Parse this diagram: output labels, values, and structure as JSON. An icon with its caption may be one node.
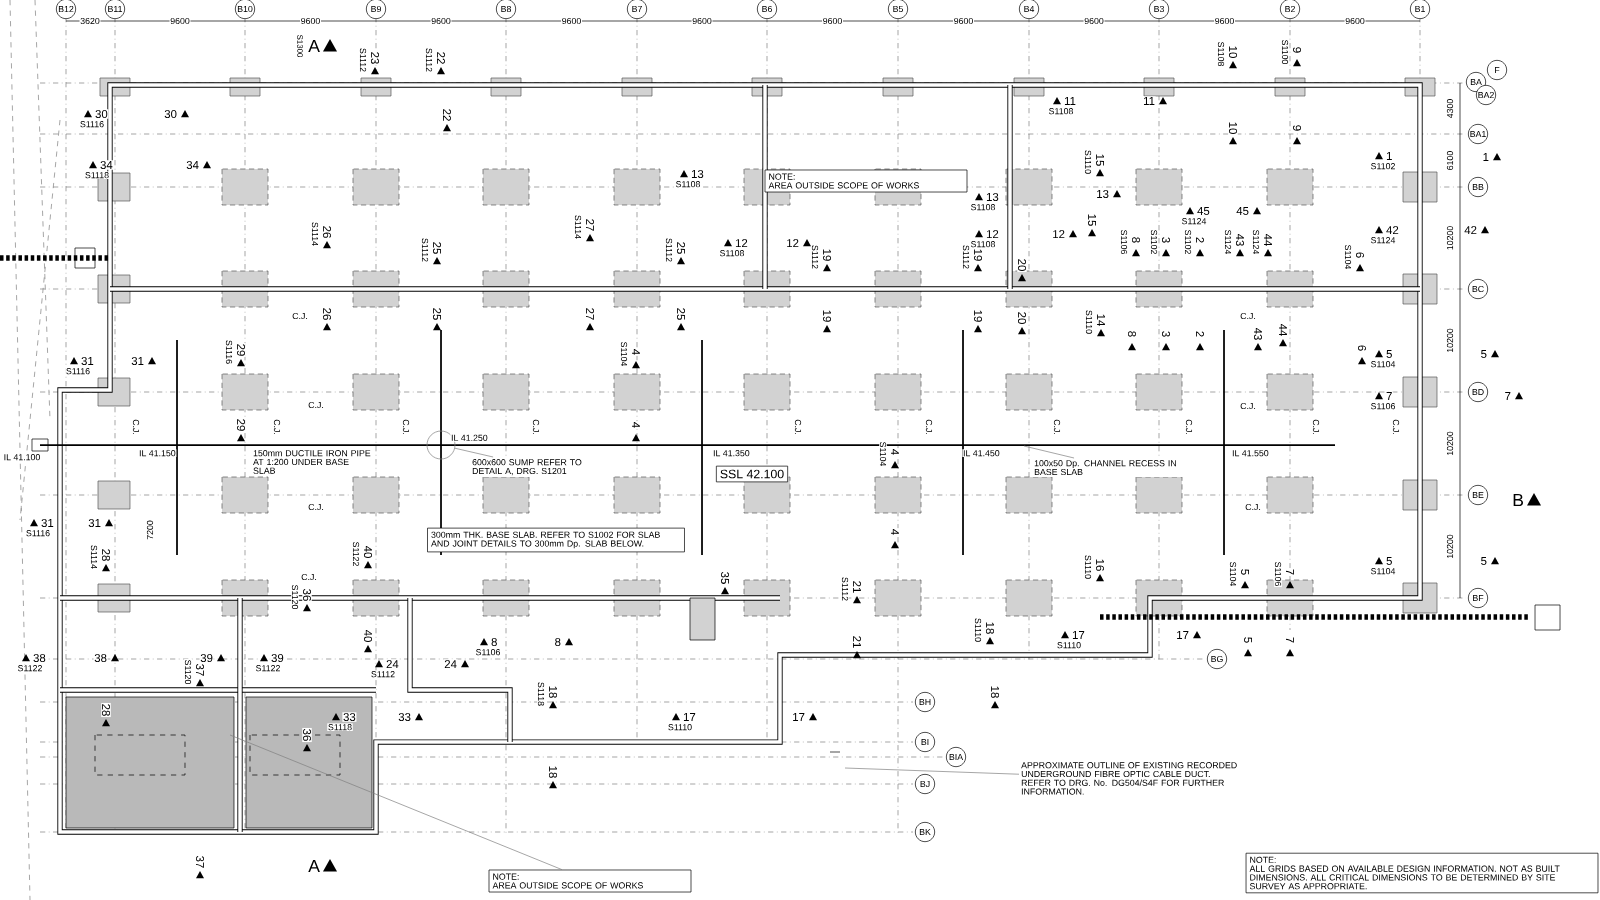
{
  "diagram": {
    "nodes": [
      {
        "text": [
          "B12"
        ]
      },
      {
        "text": [
          "B11"
        ]
      },
      {
        "text": [
          "B10"
        ]
      },
      {
        "text": [
          "B9"
        ]
      },
      {
        "text": [
          "B8"
        ]
      },
      {
        "text": [
          "B7"
        ]
      },
      {
        "text": [
          "B6"
        ]
      },
      {
        "text": [
          "B5"
        ]
      },
      {
        "text": [
          "B4"
        ]
      },
      {
        "text": [
          "B3"
        ]
      },
      {
        "text": [
          "B2"
        ]
      },
      {
        "text": [
          "B1"
        ]
      },
      {
        "text": [
          "F"
        ]
      },
      {
        "text": [
          "BA"
        ]
      },
      {
        "text": [
          "BA2"
        ]
      },
      {
        "text": [
          "BA1"
        ]
      },
      {
        "text": [
          "BB"
        ]
      },
      {
        "text": [
          "BC"
        ]
      },
      {
        "text": [
          "BD"
        ]
      },
      {
        "text": [
          "BE"
        ]
      },
      {
        "text": [
          "BF"
        ]
      },
      {
        "text": [
          "BG"
        ]
      },
      {
        "text": [
          "BH"
        ]
      },
      {
        "text": [
          "BI"
        ]
      },
      {
        "text": [
          "BIA"
        ]
      },
      {
        "text": [
          "BJ"
        ]
      },
      {
        "text": [
          "BK"
        ]
      },
      {
        "text": [
          "SSL 42.100"
        ]
      },
      {
        "text": [
          "300mm THK. BASE SLAB. REFER TO S1002 FOR SLAB AND JOINT DETAILS TO 300mm Dp. SLAB BELOW."
        ]
      },
      {
        "text": [
          "NOTE:",
          "AREA OUTSIDE SCOPE OF WORKS"
        ]
      },
      {
        "text": [
          "NOTE:",
          "AREA OUTSIDE SCOPE OF WORKS"
        ]
      },
      {
        "text": [
          "NOTE:",
          "ALL GRIDS BASED ON AVAILABLE DESIGN INFORMATION. NOT AS BUILT DIMENSIONS. ALL CRITICAL DIMENSIONS TO BE DETERMINED BY SITE SURVEY AS APPROPRIATE."
        ]
      },
      {
        "text": [
          "APPROXIMATE OUTLINE OF EXISTING RECORDED UNDERGROUND FIBRE OPTIC CABLE DUCT. REFER TO DRG. No. DG504/S4F FOR FURTHER INFORMATION."
        ]
      },
      {
        "text": [
          "600x600 SUMP REFER TO DETAIL A, DRG. S1201"
        ]
      },
      {
        "text": [
          "100x50 Dp. CHANNEL RECESS IN BASE SLAB"
        ]
      },
      {
        "text": [],
        "shape": "circle"
      }
    ],
    "edges": [
      {
        "from": 30,
        "to": null,
        "arrow": "none"
      },
      {
        "from": 32,
        "to": null,
        "arrow": "none"
      },
      {
        "from": 33,
        "to": 35,
        "arrow": "none"
      },
      {
        "from": 34,
        "to": null,
        "arrow": "none"
      }
    ],
    "labels": [
      "30",
      "S1116",
      "30",
      "34",
      "S1118",
      "34",
      "31",
      "S1116",
      "31",
      "31",
      "S1116",
      "31",
      "38",
      "S1122",
      "38",
      "39",
      "39",
      "S1122",
      "24",
      "S1112",
      "24",
      "8",
      "S1106",
      "8",
      "33",
      "S1118",
      "33",
      "17",
      "S1110",
      "17",
      "17",
      "S1110",
      "17",
      "11",
      "S1108",
      "11",
      "12",
      "S1108",
      "12",
      "12",
      "S1108",
      "12",
      "13",
      "S1108",
      "13",
      "S1108",
      "13",
      "45",
      "S1124",
      "45",
      "1",
      "S1102",
      "1",
      "42",
      "S1124",
      "42",
      "5",
      "S1104",
      "5",
      "7",
      "S1106",
      "7",
      "5",
      "S1104",
      "5",
      "23",
      "S1112",
      "22",
      "S1112",
      "10",
      "S1108",
      "9",
      "S1100",
      "22",
      "10",
      "9",
      "26",
      "S1114",
      "25",
      "S1112",
      "27",
      "S1114",
      "25",
      "S1112",
      "26",
      "25",
      "27",
      "25",
      "19",
      "S1112",
      "19",
      "S1112",
      "19",
      "19",
      "29",
      "S1116",
      "29",
      "4",
      "S1104",
      "4",
      "4",
      "S1104",
      "4",
      "15",
      "S1110",
      "15",
      "14",
      "S1110",
      "8",
      "S1106",
      "3",
      "S1102",
      "2",
      "S1102",
      "43",
      "S1124",
      "44",
      "S1124",
      "6",
      "S1104",
      "8",
      "3",
      "2",
      "43",
      "44",
      "6",
      "40",
      "S1122",
      "40",
      "28",
      "S1114",
      "28",
      "36",
      "S1120",
      "36",
      "37",
      "S1120",
      "37",
      "35",
      "21",
      "S1112",
      "21",
      "16",
      "S1110",
      "18",
      "S1118",
      "18",
      "18",
      "S1110",
      "18",
      "5",
      "S1104",
      "7",
      "S1106",
      "5",
      "7",
      "20",
      "20",
      "A",
      "S1300",
      "A",
      "B",
      "3620",
      "9600",
      "9600",
      "9600",
      "9600",
      "9600",
      "9600",
      "9600",
      "9600",
      "9600",
      "9600",
      "4300",
      "6100",
      "10200",
      "10200",
      "10200",
      "10200",
      "7200",
      "IL 41.100",
      "IL 41.150",
      "IL 41.250",
      "IL 41.350",
      "IL 41.450",
      "IL 41.550",
      "150mm DUCTILE IRON PIPE AT 1:200 UNDER BASE SLAB",
      "C.J.",
      "C.J.",
      "C.J.",
      "C.J.",
      "C.J.",
      "C.J.",
      "C.J.",
      "C.J.",
      "C.J.",
      "C.J.",
      "C.J.",
      "C.J.",
      "C.J.",
      "C.J.",
      "C.J.",
      "C.J.",
      "C.J."
    ]
  }
}
